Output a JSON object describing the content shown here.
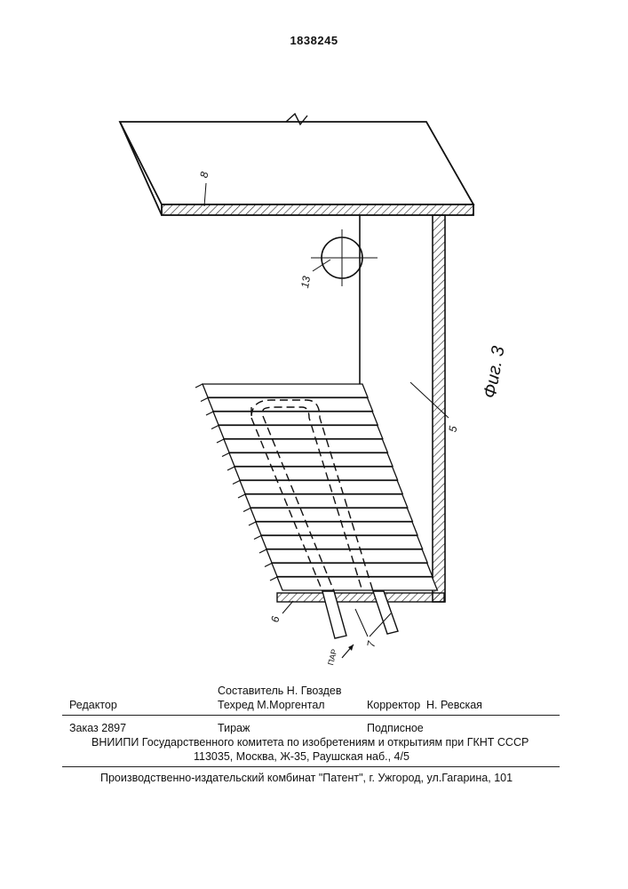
{
  "header": {
    "patent_number": "1838245"
  },
  "figure": {
    "caption": "Фиг. 3",
    "ref_8": "8",
    "ref_13": "13",
    "ref_5": "5",
    "ref_6": "6",
    "ref_7": "7",
    "steam_label": "ПАР"
  },
  "colophon": {
    "editor_label": "Редактор",
    "compiler": "Составитель  Н. Гвоздев",
    "techred": "Техред М.Моргентал",
    "corrector_label": "Корректор",
    "corrector_name": "Н. Ревская",
    "order": "Заказ  2897",
    "circulation": "Тираж",
    "subscription": "Подписное",
    "vniipi": "ВНИИПИ Государственного комитета по изобретениям и открытиям при ГКНТ СССР",
    "address": "113035, Москва, Ж-35, Раушская наб., 4/5",
    "publisher": "Производственно-издательский комбинат \"Патент\", г. Ужгород, ул.Гагарина, 101"
  }
}
